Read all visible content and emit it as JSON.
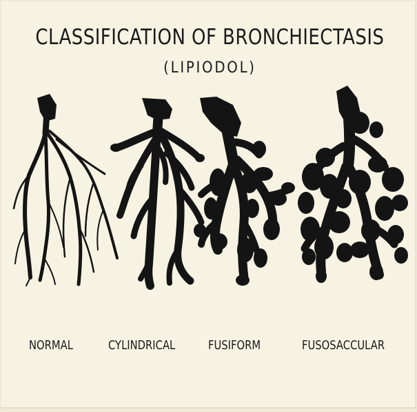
{
  "title": "CLASSIFICATION OF BRONCHIECTASIS",
  "subtitle": "(LIPIODOL)",
  "types": [
    {
      "label": "NORMAL"
    },
    {
      "label": "CYLINDRICAL"
    },
    {
      "label": "FUSIFORM"
    },
    {
      "label": "FUSOSACCULAR"
    }
  ],
  "colors": {
    "ink": "#141414",
    "paper": "#f7f3e3"
  }
}
